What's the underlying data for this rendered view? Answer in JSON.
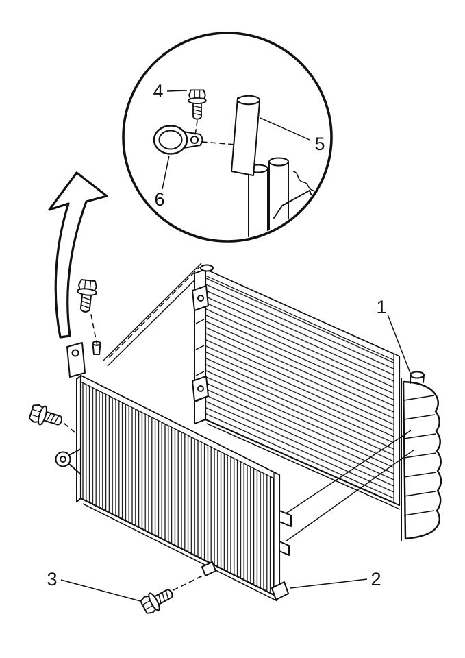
{
  "figure": {
    "background_color": "#ffffff",
    "line_color": "#111111"
  },
  "callouts": [
    {
      "label": "1"
    },
    {
      "label": "2"
    },
    {
      "label": "3"
    },
    {
      "label": "4"
    },
    {
      "label": "5"
    },
    {
      "label": "6"
    }
  ]
}
